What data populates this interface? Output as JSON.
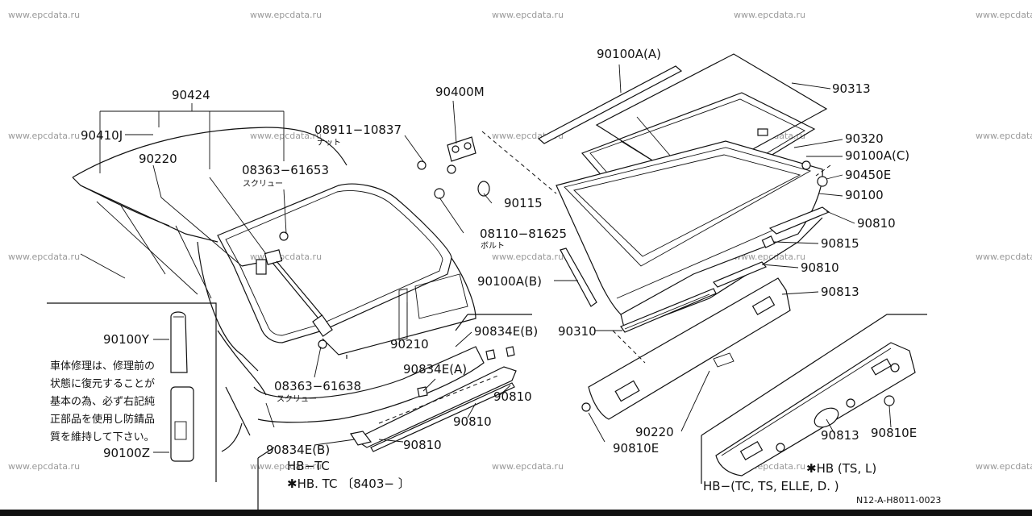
{
  "watermark": "www.epcdata.ru",
  "reference_code": "N12-A-H8011-0023",
  "labels": {
    "p90424": "90424",
    "p90410j": "90410J",
    "p90220a": "90220",
    "bolt08363a": "08363−61653",
    "screw_a": "スクリュー",
    "p90400m": "90400M",
    "nut08911": "08911−10837",
    "nut_jp": "ナット",
    "p90115": "90115",
    "bolt08110": "08110−81625",
    "bolt_jp": "ボルト",
    "p90100a_a": "90100A(A)",
    "p90313": "90313",
    "p90320": "90320",
    "p90100a_c": "90100A(C)",
    "p90450e": "90450E",
    "p90100": "90100",
    "p90810_1": "90810",
    "p90815": "90815",
    "p90810_2": "90810",
    "p90813_1": "90813",
    "p90100a_b": "90100A(B)",
    "p90310": "90310",
    "p90834e_b1": "90834E(B)",
    "p90210": "90210",
    "p90100y": "90100Y",
    "bolt08363b": "08363−61638",
    "screw_b": "スクリュー",
    "p90834e_a": "90834E(A)",
    "p90810_3": "90810",
    "p90810_4": "90810",
    "p90810_5": "90810",
    "p90834e_b2": "90834E(B)",
    "p90100z": "90100Z",
    "p90220b": "90220",
    "p90810e_1": "90810E",
    "p90813_2": "90813",
    "p90810e_2": "90810E"
  },
  "note_lines": [
    "車体修理は、修理前の",
    "状態に復元することが",
    "基本の為、必ず右記純",
    "正部品を使用し防錆品",
    "質を維持して下さい。"
  ],
  "variants": {
    "left_line1": "HB−TC",
    "left_line2": "✱HB. TC 〔8403−      〕",
    "right_line1": "✱HB  (TS, L)",
    "right_line2": "HB−(TC, TS, ELLE, D.    )"
  }
}
